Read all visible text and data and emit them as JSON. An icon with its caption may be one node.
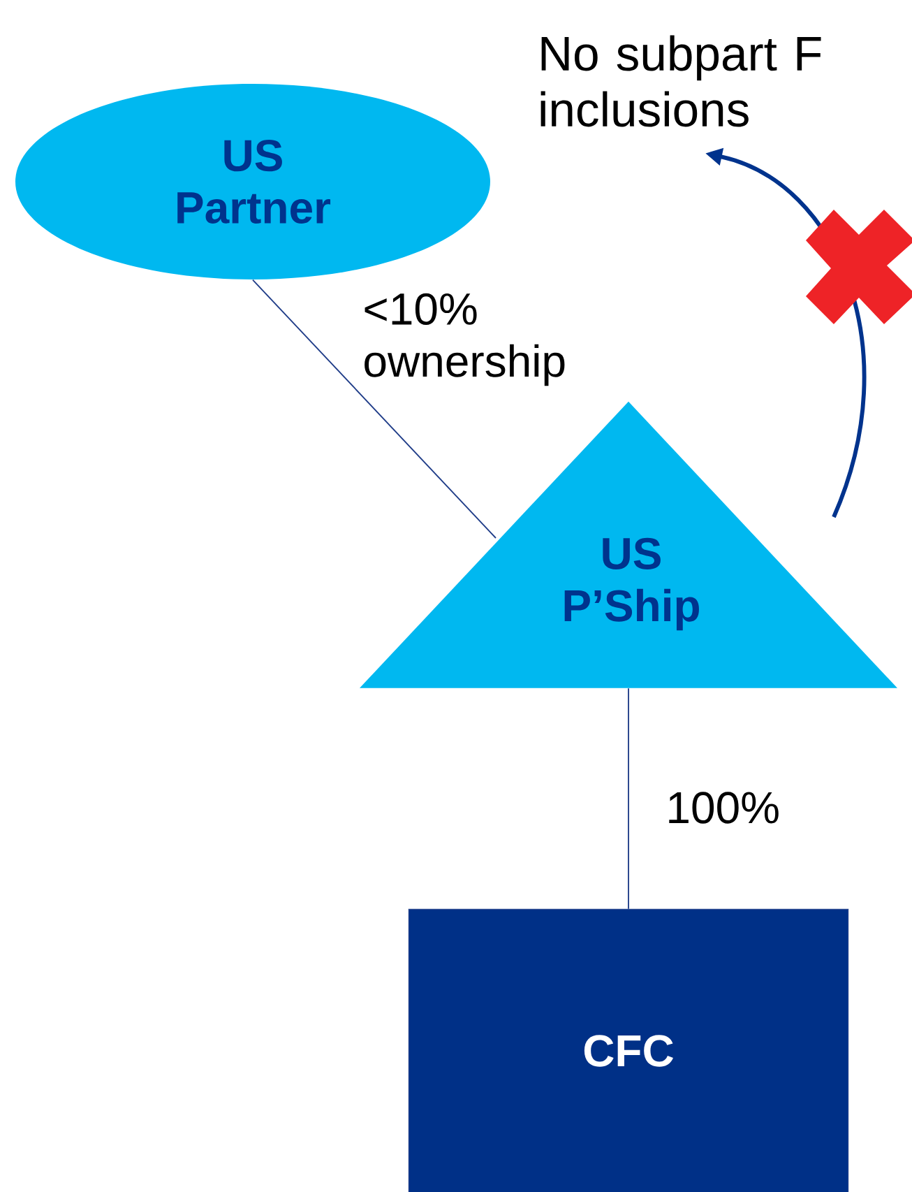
{
  "diagram": {
    "nodes": [
      {
        "text": [
          "US Partner"
        ]
      },
      {
        "text": [
          "US P’Ship"
        ]
      },
      {
        "text": [
          "CFC"
        ]
      },
      {
        "text": [
          "No subpart F inclusions"
        ]
      }
    ],
    "edges": [
      {
        "from": 0,
        "to": 1,
        "arrow": "none",
        "label": "<10% ownership"
      },
      {
        "from": 1,
        "to": 2,
        "arrow": "none",
        "label": "100%"
      },
      {
        "from": 1,
        "to": 3,
        "arrow": "to",
        "style": "thick",
        "color": "#00338d"
      }
    ]
  }
}
